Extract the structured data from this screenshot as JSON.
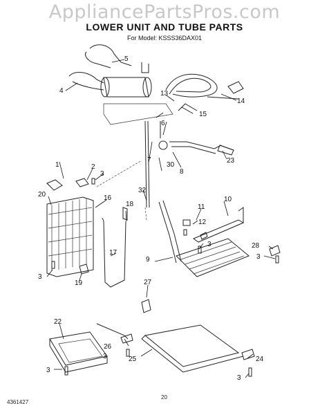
{
  "header": {
    "watermark": "AppliancePartsPros.com",
    "title": "LOWER UNIT AND TUBE PARTS",
    "model": "For Model: KSSS36DAX01"
  },
  "footer": {
    "doc_number": "4361427",
    "page_number": "20"
  },
  "callouts": {
    "c1": "1",
    "c2": "2",
    "c3a": "3",
    "c3b": "3",
    "c3c": "3",
    "c3d": "3",
    "c3e": "3",
    "c3f": "3",
    "c3g": "3",
    "c4": "4",
    "c5": "5",
    "c6": "6",
    "c7": "7",
    "c8": "8",
    "c9": "9",
    "c10": "10",
    "c11": "11",
    "c12": "12",
    "c13": "13",
    "c14": "14",
    "c15": "15",
    "c16": "16",
    "c17": "17",
    "c18": "18",
    "c19": "19",
    "c20": "20",
    "c22": "22",
    "c23": "23",
    "c24": "24",
    "c25": "25",
    "c26": "26",
    "c27": "27",
    "c28": "28",
    "c30": "30",
    "c32": "32"
  }
}
